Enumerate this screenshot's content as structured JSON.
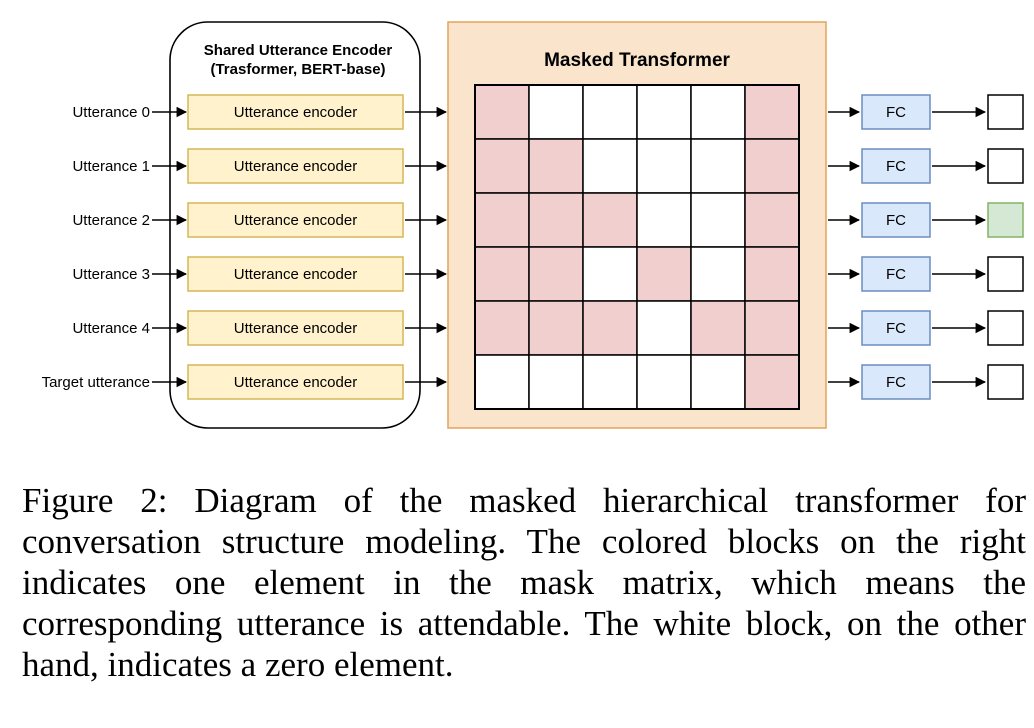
{
  "diagram": {
    "encoder_group": {
      "title_line1": "Shared Utterance Encoder",
      "title_line2": "(Trasformer, BERT-base)"
    },
    "transformer": {
      "title": "Masked Transformer"
    },
    "inputs": [
      "Utterance 0",
      "Utterance 1",
      "Utterance 2",
      "Utterance 3",
      "Utterance 4",
      "Target utterance"
    ],
    "encoder_label": "Utterance encoder",
    "fc_label": "FC",
    "mask_matrix": [
      [
        1,
        0,
        0,
        0,
        0,
        1
      ],
      [
        1,
        1,
        0,
        0,
        0,
        1
      ],
      [
        1,
        1,
        1,
        0,
        0,
        1
      ],
      [
        1,
        1,
        0,
        1,
        0,
        1
      ],
      [
        1,
        1,
        1,
        0,
        1,
        1
      ],
      [
        0,
        0,
        0,
        0,
        0,
        1
      ]
    ],
    "outputs_highlighted": [
      false,
      false,
      true,
      false,
      false,
      false
    ],
    "colors": {
      "encoder_fill": "#FFF2CC",
      "encoder_stroke": "#D6B656",
      "transformer_fill": "#FAE5CC",
      "transformer_stroke": "#E6A864",
      "mask_on": "#F2CFCF",
      "mask_off": "#FFFFFF",
      "fc_fill": "#DAE8FC",
      "fc_stroke": "#6C8EBF",
      "output_highlight": "#D5E8D4",
      "output_highlight_stroke": "#82B366"
    }
  },
  "caption": "Figure 2: Diagram of the masked hierarchical transformer for conversation structure modeling. The colored blocks on the right indicates one element in the mask matrix, which means the corresponding utterance is attendable. The white block, on the other hand, indicates a zero element."
}
